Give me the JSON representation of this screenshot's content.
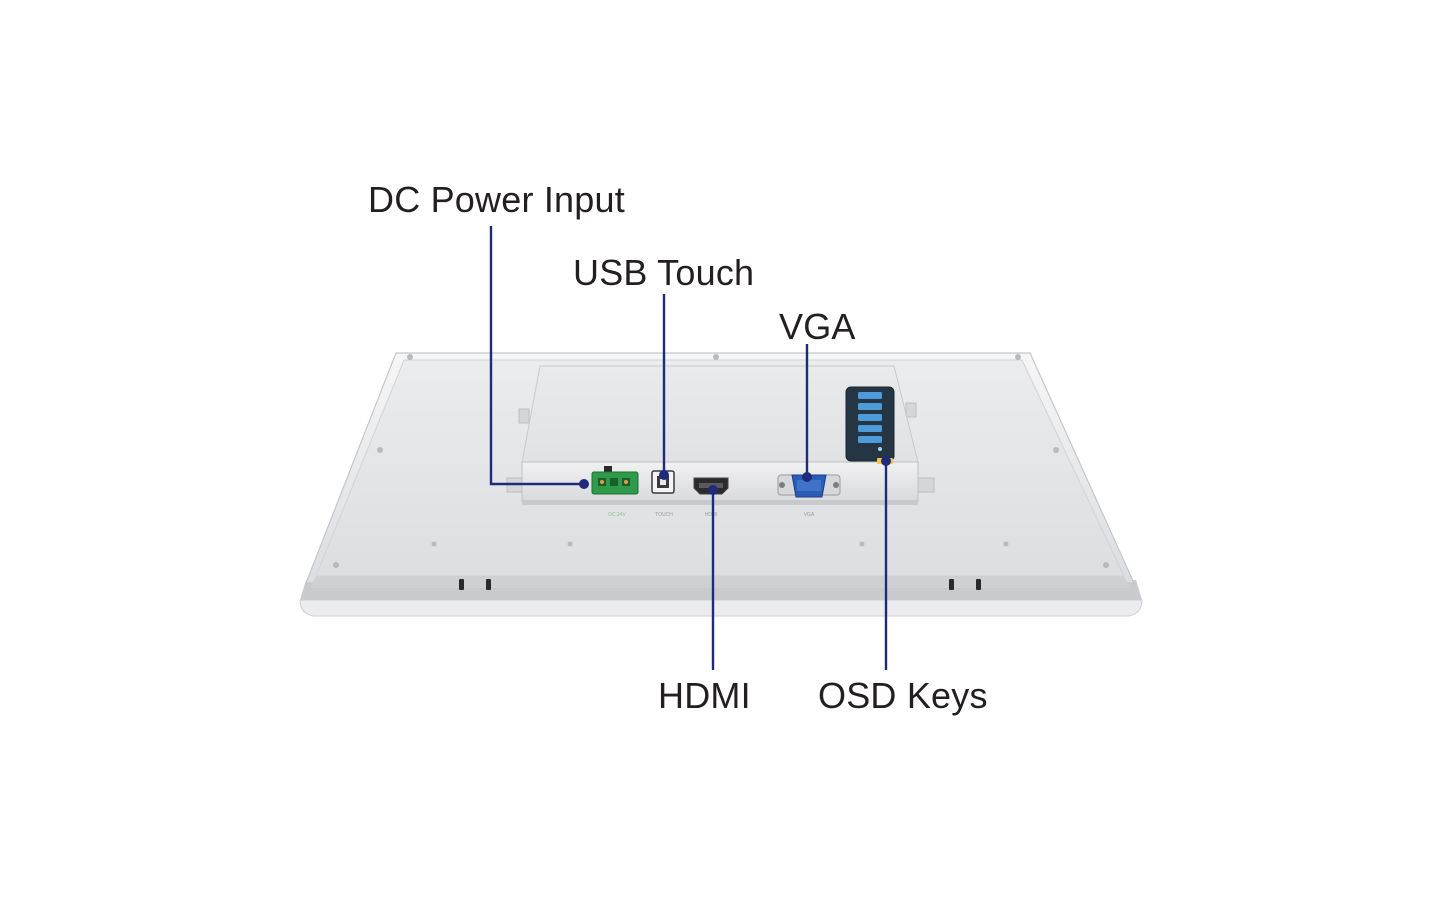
{
  "colors": {
    "leader_line": "#1f2a7c",
    "label_text": "#231f20",
    "panel_face": "#e3e4e6",
    "panel_frame": "#f2f2f3",
    "connector_green": "#2f9a4a",
    "vga_blue": "#2a5db5",
    "osd_strip": "#263544",
    "osd_key": "#4d9bd9",
    "osd_led": "#f3c64a"
  },
  "callouts": [
    {
      "id": "dc-power-input",
      "label": "DC Power Input"
    },
    {
      "id": "usb-touch",
      "label": "USB Touch"
    },
    {
      "id": "vga",
      "label": "VGA"
    },
    {
      "id": "hdmi",
      "label": "HDMI"
    },
    {
      "id": "osd-keys",
      "label": "OSD Keys"
    }
  ],
  "port_silkscreen": {
    "dc": "DC 24V",
    "touch": "TOUCH",
    "hdmi": "HDMI",
    "vga": "VGA"
  },
  "osd": {
    "key_count": 5
  },
  "icons": [
    "screw-icon",
    "vent-slot-icon",
    "terminal-block-icon",
    "usb-b-port-icon",
    "hdmi-port-icon",
    "vga-port-icon"
  ]
}
